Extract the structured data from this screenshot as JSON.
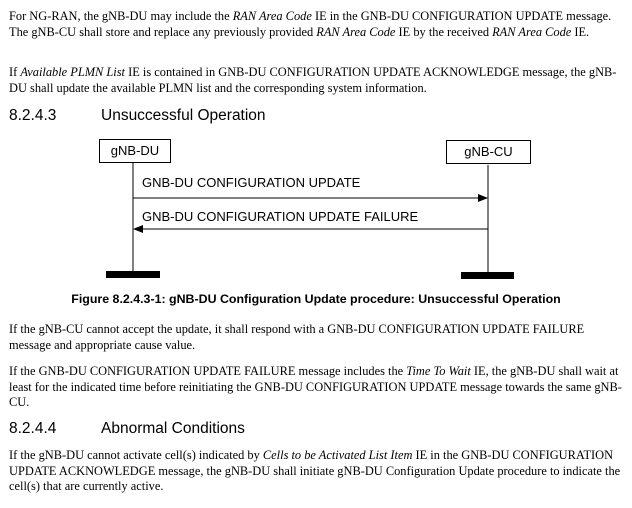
{
  "paragraphs": {
    "p1": {
      "t1": "For NG-RAN, the gNB-DU may include the ",
      "i1": "RAN Area Code",
      "t2": " IE in the GNB-DU CONFIGURATION UPDATE message. The gNB-CU shall store and replace any previously provided ",
      "i2": "RAN Area Code",
      "t3": " IE by the received ",
      "i3": "RAN Area Code",
      "t4": " IE."
    },
    "p2": {
      "t1": "If ",
      "i1": "Available PLMN List",
      "t2": " IE is contained in GNB-DU CONFIGURATION UPDATE ACKNOWLEDGE message, the gNB-DU shall update the available PLMN list and the corresponding system information."
    },
    "p3": {
      "t1": "If the gNB-CU cannot accept the update, it shall respond with a GNB-DU CONFIGURATION UPDATE FAILURE message and appropriate cause value."
    },
    "p4": {
      "t1": "If the GNB-DU CONFIGURATION UPDATE FAILURE message includes the ",
      "i1": "Time To Wait",
      "t2": " IE, the gNB-DU shall wait at least for the indicated time before reinitiating the GNB-DU CONFIGURATION UPDATE message towards the same gNB-CU."
    },
    "p5": {
      "t1": "If the gNB-DU cannot activate cell(s) indicated by ",
      "i1": "Cells to be Activated List Item",
      "t2": " IE in the GNB-DU CONFIGURATION UPDATE ACKNOWLEDGE message, the gNB-DU shall initiate gNB-DU Configuration Update procedure to indicate the cell(s) that are currently active."
    }
  },
  "sections": {
    "unsuccessful": {
      "number": "8.2.4.3",
      "title": "Unsuccessful Operation"
    },
    "abnormal": {
      "number": "8.2.4.4",
      "title": "Abnormal Conditions"
    }
  },
  "figure": {
    "left_entity": "gNB-DU",
    "right_entity": "gNB-CU",
    "message_1": "GNB-DU CONFIGURATION UPDATE",
    "message_2": "GNB-DU CONFIGURATION UPDATE FAILURE",
    "caption": "Figure 8.2.4.3-1: gNB-DU Configuration Update procedure: Unsuccessful Operation"
  }
}
